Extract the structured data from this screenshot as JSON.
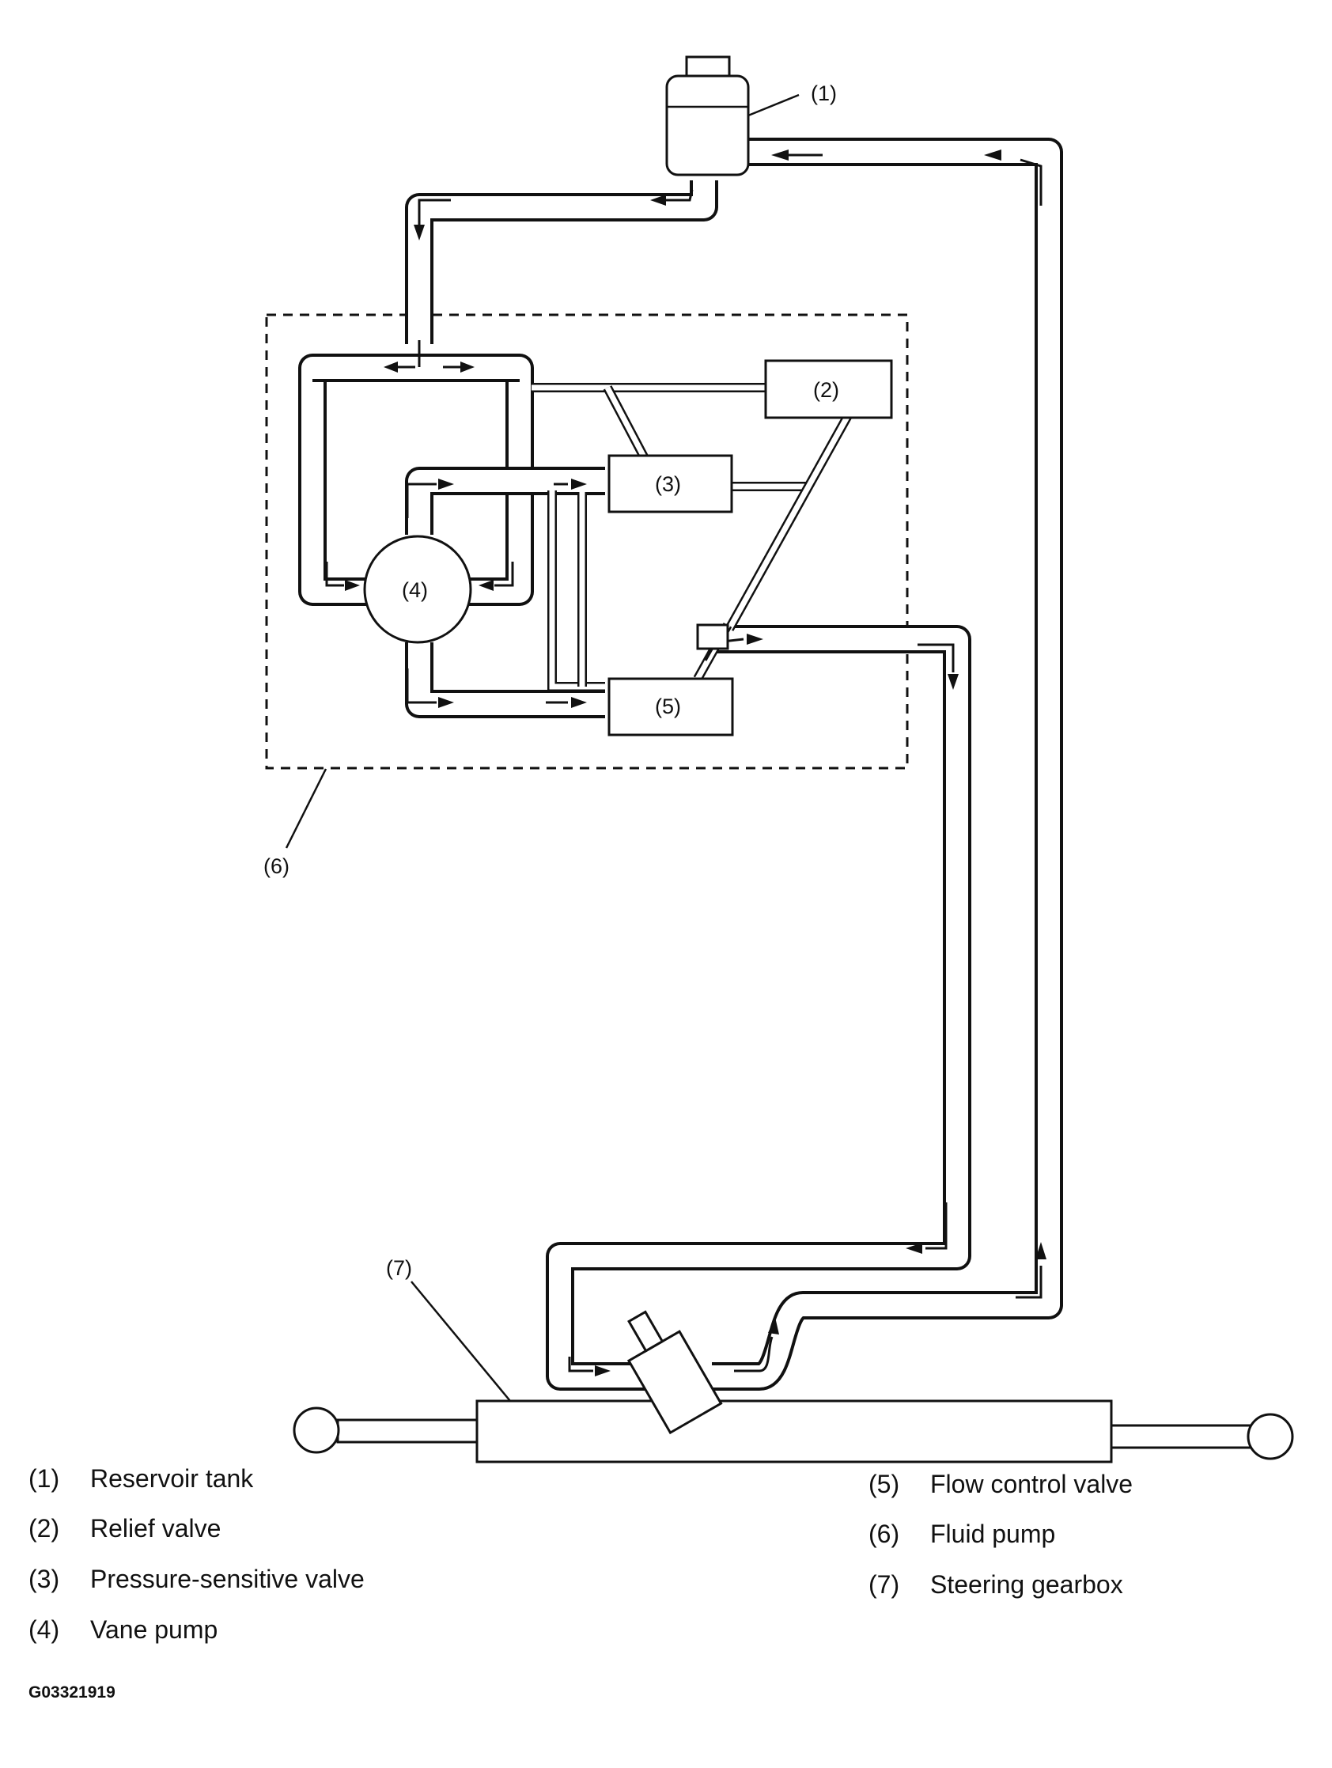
{
  "callouts": {
    "c1": "(1)",
    "c2": "(2)",
    "c3": "(3)",
    "c4": "(4)",
    "c5": "(5)",
    "c6": "(6)",
    "c7": "(7)"
  },
  "legend": [
    {
      "num": "(1)",
      "label": "Reservoir tank"
    },
    {
      "num": "(2)",
      "label": "Relief valve"
    },
    {
      "num": "(3)",
      "label": "Pressure-sensitive valve"
    },
    {
      "num": "(4)",
      "label": "Vane pump"
    },
    {
      "num": "(5)",
      "label": "Flow control valve"
    },
    {
      "num": "(6)",
      "label": "Fluid pump"
    },
    {
      "num": "(7)",
      "label": "Steering gearbox"
    }
  ],
  "figure_code": "G03321919"
}
